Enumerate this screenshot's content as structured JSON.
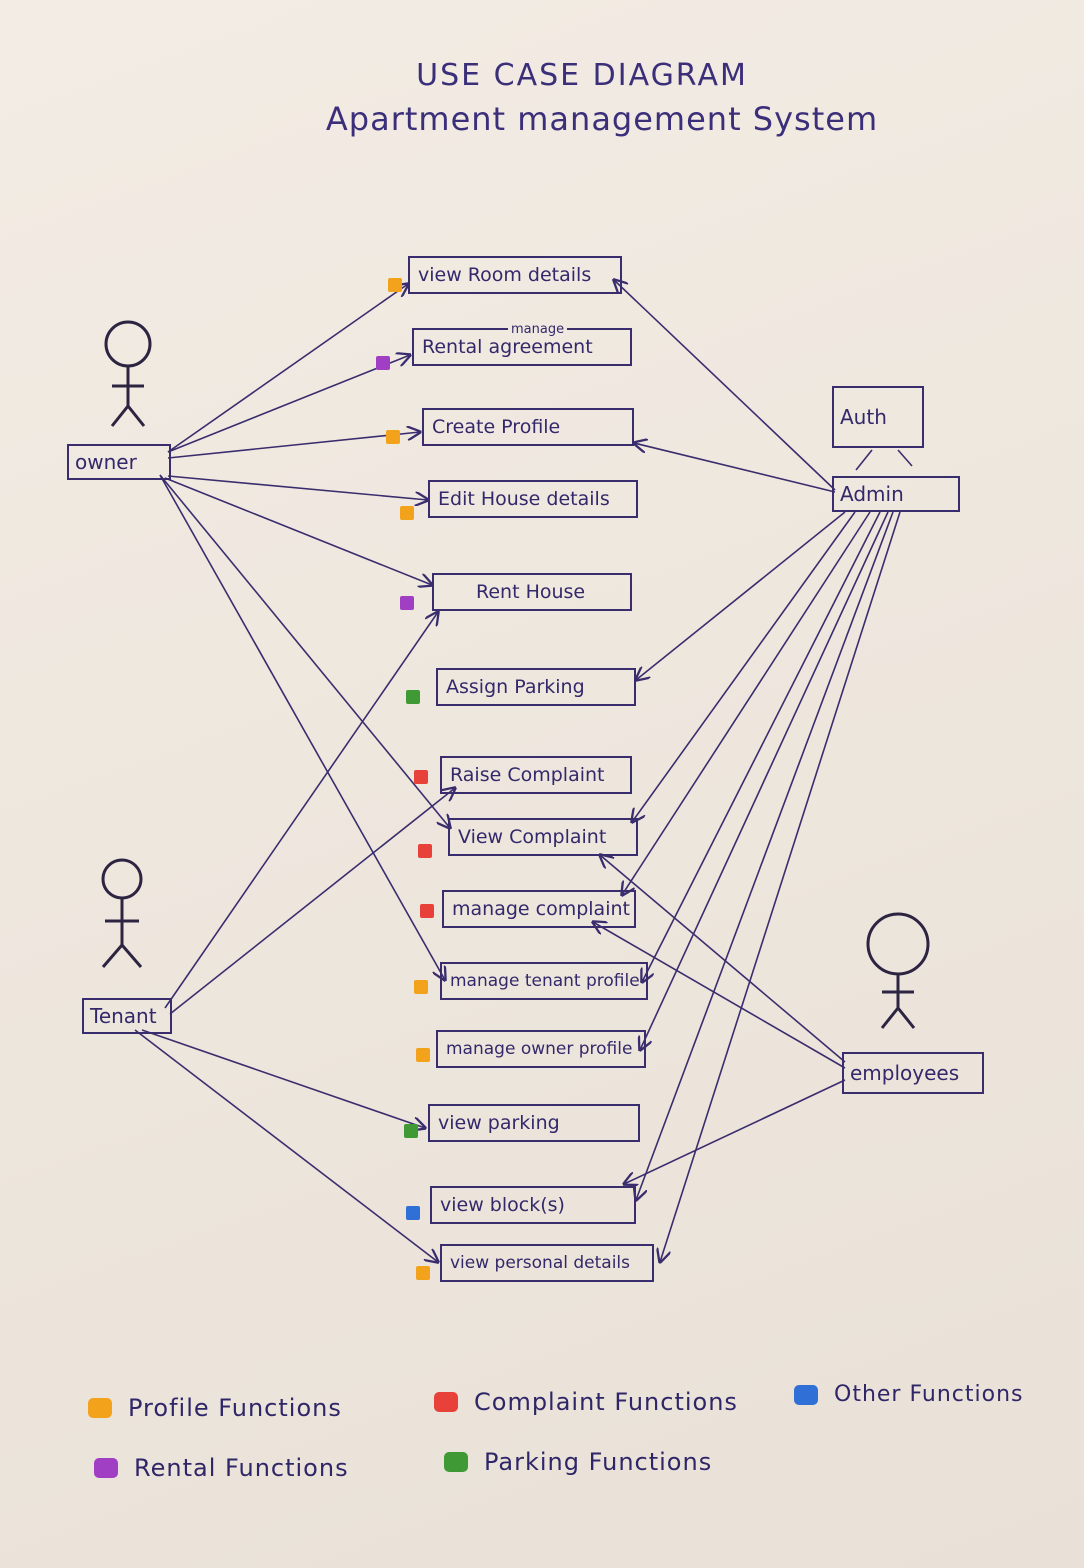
{
  "title": "USE CASE DIAGRAM",
  "subtitle": "Apartment management System",
  "actors": {
    "owner": "owner",
    "admin": "Admin",
    "auth": "Auth",
    "tenant": "Tenant",
    "employees": "employees"
  },
  "use_cases": [
    {
      "label": "view Room details",
      "category": "profile"
    },
    {
      "label": "Rental agreement",
      "note": "manage",
      "category": "rental"
    },
    {
      "label": "Create Profile",
      "category": "profile"
    },
    {
      "label": "Edit House details",
      "category": "profile"
    },
    {
      "label": "Rent House",
      "category": "rental"
    },
    {
      "label": "Assign Parking",
      "category": "parking"
    },
    {
      "label": "Raise Complaint",
      "category": "complaint"
    },
    {
      "label": "View Complaint",
      "category": "complaint"
    },
    {
      "label": "manage complaint",
      "category": "complaint"
    },
    {
      "label": "manage tenant profile",
      "category": "profile"
    },
    {
      "label": "manage owner profile",
      "category": "profile"
    },
    {
      "label": "view parking",
      "category": "parking"
    },
    {
      "label": "view block(s)",
      "category": "other"
    },
    {
      "label": "view personal details",
      "category": "profile"
    }
  ],
  "legend": [
    {
      "label": "Profile Functions",
      "color": "#f2a21b"
    },
    {
      "label": "Complaint Functions",
      "color": "#e8413a"
    },
    {
      "label": "Other Functions",
      "color": "#2f6fd6"
    },
    {
      "label": "Rental Functions",
      "color": "#a13fc4"
    },
    {
      "label": "Parking Functions",
      "color": "#3f9a35"
    }
  ],
  "colors": {
    "profile": "#f2a21b",
    "rental": "#a13fc4",
    "complaint": "#e8413a",
    "parking": "#3f9a35",
    "other": "#2f6fd6",
    "ink": "#3a2d6e"
  }
}
